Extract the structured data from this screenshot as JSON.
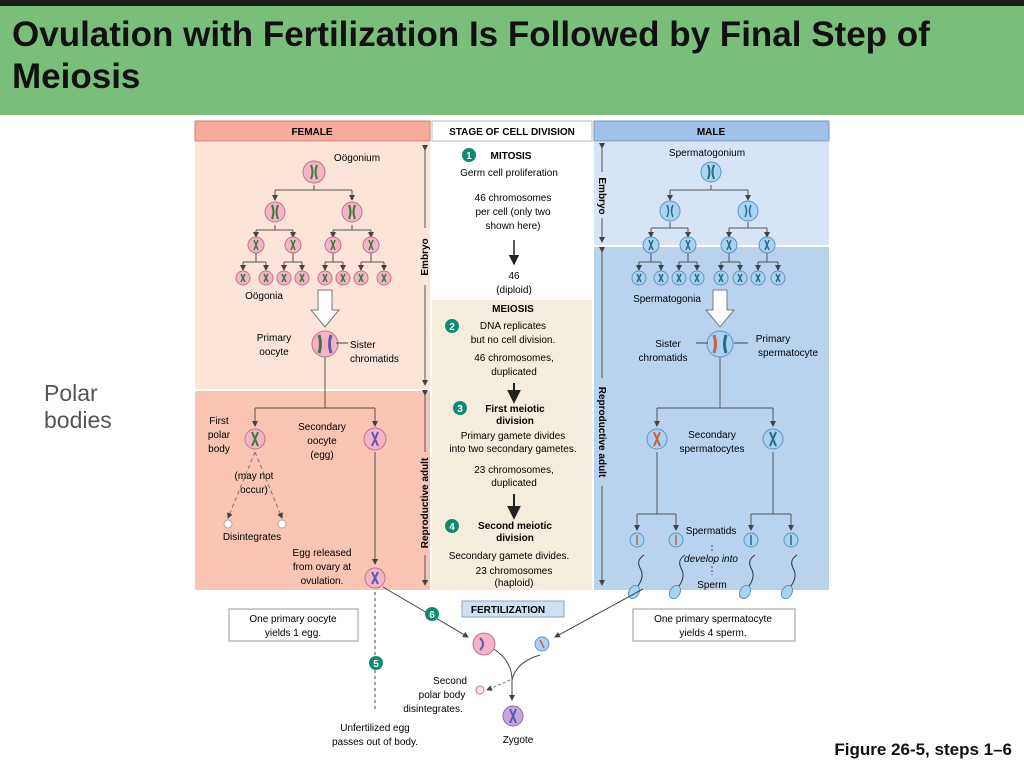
{
  "slide": {
    "title": "Ovulation with Fertilization Is Followed by Final Step of Meiosis",
    "side_note": [
      "Polar",
      "bodies"
    ],
    "caption": "Figure 26-5, steps 1–6"
  },
  "columns": {
    "female": "FEMALE",
    "stage": "STAGE OF CELL DIVISION",
    "male": "MALE"
  },
  "side_labels": {
    "embryo": "Embryo",
    "reproductive_adult": "Reproductive adult"
  },
  "female": {
    "oogonium": "Oögonium",
    "oogonia": "Oögonia",
    "primary_oocyte": [
      "Primary",
      "oocyte"
    ],
    "sister_chromatids": [
      "Sister",
      "chromatids"
    ],
    "first_polar_body": [
      "First",
      "polar",
      "body"
    ],
    "secondary_oocyte": [
      "Secondary",
      "oocyte",
      "(egg)"
    ],
    "may_not_occur": [
      "(may not",
      "occur)"
    ],
    "disintegrates": "Disintegrates",
    "egg_released": [
      "Egg released",
      "from ovary at",
      "ovulation."
    ],
    "one_primary_oocyte": [
      "One primary oocyte",
      "yields 1 egg."
    ]
  },
  "stages": {
    "mitosis": {
      "number": "1",
      "title": "MITOSIS",
      "line1": "Germ cell proliferation",
      "chromosomes": [
        "46 chromosomes",
        "per cell (only two",
        "shown here)"
      ],
      "diploid": [
        "46",
        "(diploid)"
      ]
    },
    "meiosis_header": "MEIOSIS",
    "dna": {
      "number": "2",
      "lines": [
        "DNA replicates",
        "but no cell division."
      ],
      "chromosomes": [
        "46 chromosomes,",
        "duplicated"
      ]
    },
    "first": {
      "number": "3",
      "title": [
        "First meiotic",
        "division"
      ],
      "lines": [
        "Primary gamete divides",
        "into two secondary gametes."
      ],
      "chromosomes": [
        "23 chromosomes,",
        "duplicated"
      ]
    },
    "second": {
      "number": "4",
      "title": [
        "Second meiotic",
        "division"
      ],
      "lines": [
        "Secondary gamete divides.",
        "23 chromosomes",
        "(haploid)"
      ]
    },
    "fertilization": "FERTILIZATION",
    "step5": "5",
    "step6": "6"
  },
  "male": {
    "spermatogonium": "Spermatogonium",
    "spermatogonia": "Spermatogonia",
    "sister_chromatids": [
      "Sister",
      "chromatids"
    ],
    "primary_spermatocyte": [
      "Primary",
      "spermatocyte"
    ],
    "secondary_spermatocytes": [
      "Secondary",
      "spermatocytes"
    ],
    "spermatids": "Spermatids",
    "develop_into": "develop into",
    "sperm": "Sperm",
    "one_primary_spermatocyte": [
      "One primary spermatocyte",
      "yields 4 sperm."
    ]
  },
  "bottom": {
    "second_polar_body": [
      "Second",
      "polar body",
      "disintegrates."
    ],
    "unfertilized": [
      "Unfertilized egg",
      "passes out of body."
    ],
    "zygote": "Zygote"
  },
  "colors": {
    "header_green": "#7abf79",
    "female_bg": "#fce4d8",
    "female_adult_bg": "#f9c4b1",
    "male_bg": "#d6e4f5",
    "male_adult_bg": "#b9d3ef",
    "stage_bg": "#f4ecdc",
    "step_badge": "#0f8a72"
  }
}
